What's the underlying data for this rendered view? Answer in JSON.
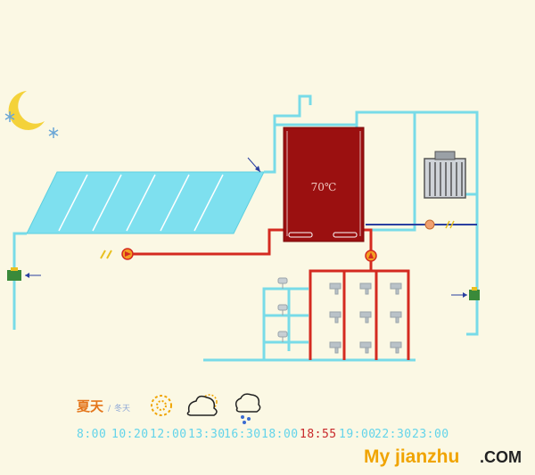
{
  "scene": {
    "tank_temperature": "70℃",
    "season_label": "夏天",
    "season_separator": "/",
    "season_alt_label": "冬天",
    "weather_icons": [
      "sun-icon",
      "cloudy-sun-icon",
      "rain-cloud-icon"
    ],
    "schedule_times": [
      "8:00",
      "10:20",
      "12:00",
      "13:30",
      "16:30",
      "18:00",
      "18:55",
      "19:00",
      "22:30",
      "23:00"
    ],
    "active_time_index": 6,
    "brand": {
      "name": "My jianzhu",
      "suffix": ".COM"
    },
    "colors": {
      "background": "#fbf8e4",
      "cold_pipe": "#78dbe8",
      "hot_pipe": "#d42a20",
      "tank": "#9b1010",
      "panel": "#7ee0ef",
      "heat_pump_line": "#2a3fa0",
      "active_time": "#c8282a",
      "time": "#63d4ea",
      "season": "#e4761c",
      "brand": "#f0a400"
    }
  }
}
